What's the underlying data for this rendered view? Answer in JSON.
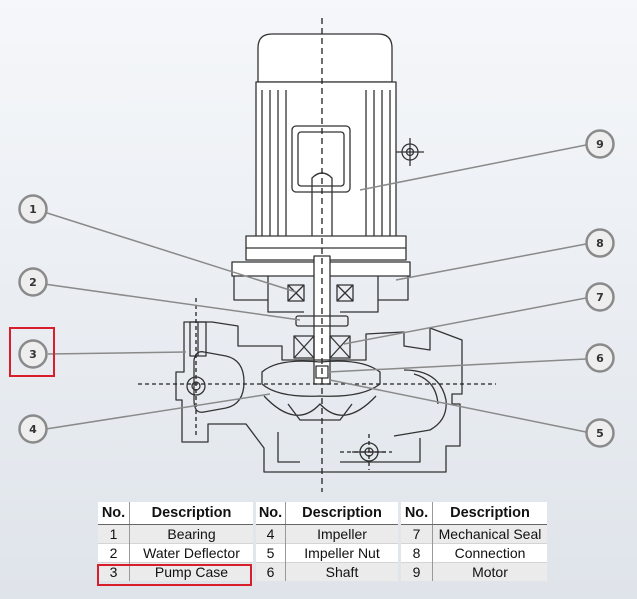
{
  "legend": {
    "headers": {
      "number": "No.",
      "description": "Description"
    },
    "tables": [
      [
        {
          "no": "1",
          "desc": "Bearing"
        },
        {
          "no": "2",
          "desc": "Water Deflector"
        },
        {
          "no": "3",
          "desc": "Pump Case"
        }
      ],
      [
        {
          "no": "4",
          "desc": "Impeller"
        },
        {
          "no": "5",
          "desc": "Impeller Nut"
        },
        {
          "no": "6",
          "desc": "Shaft"
        }
      ],
      [
        {
          "no": "7",
          "desc": "Mechanical Seal"
        },
        {
          "no": "8",
          "desc": "Connection"
        },
        {
          "no": "9",
          "desc": "Motor"
        }
      ]
    ],
    "highlighted_part": "3"
  },
  "callouts": [
    "1",
    "2",
    "3",
    "4",
    "5",
    "6",
    "7",
    "8",
    "9"
  ],
  "colors": {
    "highlight": "#d81e2a",
    "leader_line": "#8a8a8a",
    "outline": "#333333",
    "callout_fill": "#eeeeee"
  }
}
